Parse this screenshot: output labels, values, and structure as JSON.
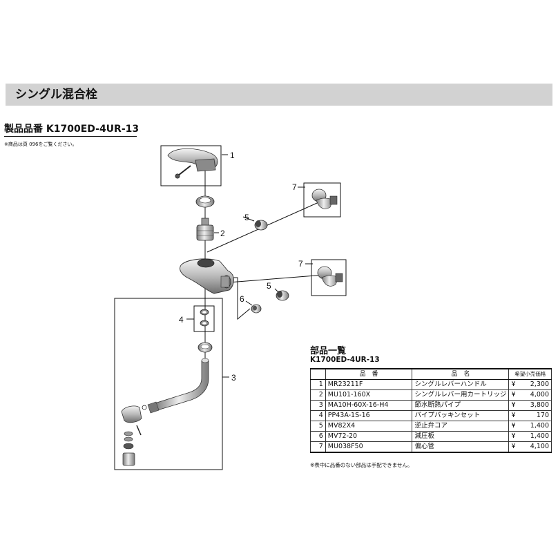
{
  "section_title": "シングル混合栓",
  "product_label": "製品品番",
  "product_code": "K1700ED-4UR-13",
  "note_top": "※商品は頁 096をご覧ください。",
  "callouts": [
    "1",
    "2",
    "3",
    "4",
    "5",
    "6",
    "7",
    "5",
    "7"
  ],
  "parts_list": {
    "title": "部品一覧",
    "product_code": "K1700ED-4UR-13",
    "headers": {
      "no": "",
      "part_no": "品　番",
      "name": "品　名",
      "price": "希望小売価格"
    },
    "currency": "¥",
    "rows": [
      {
        "no": "1",
        "part_no": "MR23211F",
        "name": "シングルレバーハンドル",
        "price": "2,300"
      },
      {
        "no": "2",
        "part_no": "MU101-160X",
        "name": "シングルレバー用カートリッジ",
        "price": "4,000"
      },
      {
        "no": "3",
        "part_no": "MA10H-60X-16-H4",
        "name": "節水断熱パイプ",
        "price": "3,800"
      },
      {
        "no": "4",
        "part_no": "PP43A-1S-16",
        "name": "パイプパッキンセット",
        "price": "170"
      },
      {
        "no": "5",
        "part_no": "MV82X4",
        "name": "逆止弁コア",
        "price": "1,400"
      },
      {
        "no": "6",
        "part_no": "MV72-20",
        "name": "減圧板",
        "price": "1,400"
      },
      {
        "no": "7",
        "part_no": "MU038F50",
        "name": "偏心管",
        "price": "4,100"
      }
    ],
    "note": "※表中に品番のない部品は手配できません。"
  }
}
